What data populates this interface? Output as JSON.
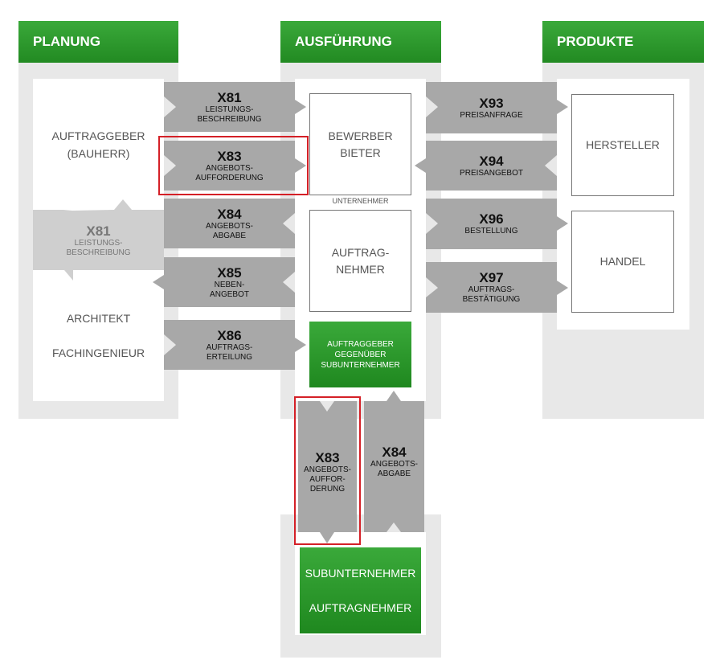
{
  "columns": {
    "planung": "PLANUNG",
    "ausfuehrung": "AUSFÜHRUNG",
    "produkte": "PRODUKTE"
  },
  "planung": {
    "auftraggeber": [
      "AUFTRAGGEBER",
      "(BAUHERR)"
    ],
    "architekt": "ARCHITEKT",
    "fachingenieur": "FACHINGENIEUR"
  },
  "ausfuehrung": {
    "bewerber": [
      "BEWERBER",
      "BIETER"
    ],
    "unternehmer": "UNTERNEHMER",
    "auftragnehmer": [
      "AUFTRAG-",
      "NEHMER"
    ],
    "agsub": [
      "AUFTRAGGEBER",
      "GEGENÜBER",
      "SUBUNTERNEHMER"
    ],
    "subunternehmer": "SUBUNTERNEHMER",
    "sub_auftragnehmer": "AUFTRAGNEHMER"
  },
  "produkte": {
    "hersteller": "HERSTELLER",
    "handel": "HANDEL"
  },
  "arrows": {
    "x81": {
      "code": "X81",
      "lines": [
        "LEISTUNGS-",
        "BESCHREIBUNG"
      ]
    },
    "x83": {
      "code": "X83",
      "lines": [
        "ANGEBOTS-",
        "AUFFORDERUNG"
      ]
    },
    "x84": {
      "code": "X84",
      "lines": [
        "ANGEBOTS-",
        "ABGABE"
      ]
    },
    "x85": {
      "code": "X85",
      "lines": [
        "NEBEN-",
        "ANGEBOT"
      ]
    },
    "x86": {
      "code": "X86",
      "lines": [
        "AUFTRAGS-",
        "ERTEILUNG"
      ]
    },
    "x81v": {
      "code": "X81",
      "lines": [
        "LEISTUNGS-",
        "BESCHREIBUNG"
      ]
    },
    "x93": {
      "code": "X93",
      "lines": [
        "PREISANFRAGE"
      ]
    },
    "x94": {
      "code": "X94",
      "lines": [
        "PREISANGEBOT"
      ]
    },
    "x96": {
      "code": "X96",
      "lines": [
        "BESTELLUNG"
      ]
    },
    "x97": {
      "code": "X97",
      "lines": [
        "AUFTRAGS-",
        "BESTÄTIGUNG"
      ]
    },
    "x83v": {
      "code": "X83",
      "lines": [
        "ANGEBOTS-",
        "AUFFOR-",
        "DERUNG"
      ]
    },
    "x84v": {
      "code": "X84",
      "lines": [
        "ANGEBOTS-",
        "ABGABE"
      ]
    }
  },
  "colors": {
    "green": "#2e9b2e",
    "arrow_gray": "#a8a8a8",
    "light_gray": "#cfcfcf",
    "highlight_red": "#d42027",
    "column_bg": "#e8e8e8"
  }
}
